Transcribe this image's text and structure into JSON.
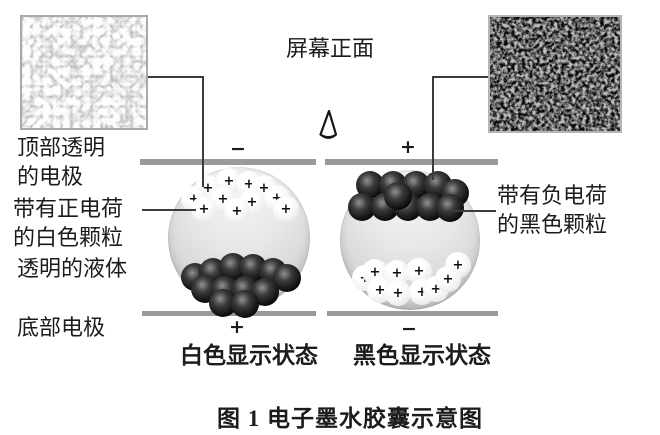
{
  "figure": {
    "caption": "图 1 电子墨水胶囊示意图",
    "screen_front": "屏幕正面"
  },
  "labels": {
    "top_electrode": "顶部透明\n的电极",
    "positive_white_particles": "带有正电荷\n的白色颗粒",
    "transparent_liquid": "透明的液体",
    "bottom_electrode": "底部电极",
    "negative_black_particles": "带有负电荷\n的黑色颗粒"
  },
  "states": {
    "white": "白色显示状态",
    "black": "黑色显示状态"
  },
  "signs": {
    "left_top": "−",
    "right_top": "+",
    "left_bottom": "+",
    "right_bottom": "−"
  },
  "particle_plus": "+",
  "icons": {
    "drop": "ink-drop-icon",
    "white_inset": "white-texture-sample",
    "black_inset": "black-texture-sample"
  },
  "colors": {
    "electrode_bar": "#9a9a9a",
    "connector_line": "#3c3c3c",
    "text": "#1c1c1c",
    "white_particle": "#f5f5f5",
    "black_particle": "#0b0b0b",
    "capsule_fill": "#d8d8d8"
  },
  "capsules": {
    "left": {
      "white_offsets": [
        [
          -31,
          -50
        ],
        [
          -10,
          -57
        ],
        [
          10,
          -54
        ],
        [
          25,
          -50
        ],
        [
          -45,
          -39
        ],
        [
          -16,
          -39
        ],
        [
          13,
          -36
        ],
        [
          38,
          -40
        ],
        [
          -35,
          -29
        ],
        [
          -2,
          -27
        ],
        [
          47,
          -29
        ]
      ],
      "black_offsets": [
        [
          -44,
          39
        ],
        [
          -26,
          34
        ],
        [
          -6,
          29
        ],
        [
          14,
          30
        ],
        [
          34,
          34
        ],
        [
          48,
          40
        ],
        [
          -34,
          51
        ],
        [
          -14,
          52
        ],
        [
          6,
          52
        ],
        [
          26,
          54
        ],
        [
          -16,
          65
        ],
        [
          6,
          66
        ]
      ]
    },
    "right": {
      "black_offsets": [
        [
          -40,
          -55
        ],
        [
          -17,
          -55
        ],
        [
          6,
          -55
        ],
        [
          28,
          -55
        ],
        [
          45,
          -47
        ],
        [
          -48,
          -33
        ],
        [
          -25,
          -33
        ],
        [
          -2,
          -33
        ],
        [
          20,
          -33
        ],
        [
          40,
          -32
        ],
        [
          -12,
          -44
        ]
      ],
      "white_offsets": [
        [
          -45,
          38
        ],
        [
          -35,
          32
        ],
        [
          -13,
          33
        ],
        [
          9,
          31
        ],
        [
          48,
          25
        ],
        [
          -30,
          50
        ],
        [
          -12,
          53
        ],
        [
          12,
          52
        ],
        [
          26,
          49
        ],
        [
          38,
          39
        ]
      ]
    }
  }
}
